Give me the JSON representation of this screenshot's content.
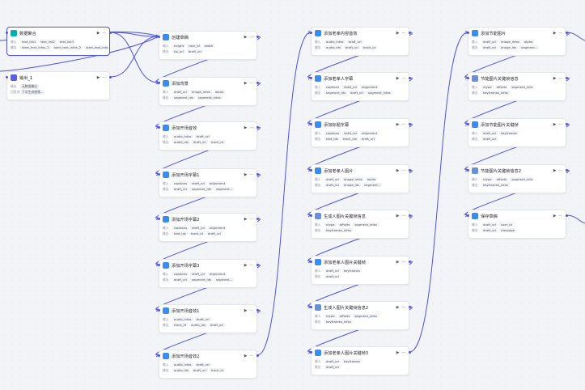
{
  "nodes": [
    {
      "title": "数据聚合",
      "icon": "code",
      "inputs": [
        "text_list1",
        "text_list2",
        "text_list3"
      ],
      "outputs": [
        "start_text_infos_1",
        "start_text_infos_2",
        "start_text_info"
      ]
    },
    {
      "title": "输出_1",
      "icon": "var",
      "inputs": [
        "无数据输出"
      ],
      "outputs": [
        "下次生成视频..."
      ],
      "in_label": "输出",
      "out_label": "回答内容"
    },
    {
      "title": "创建草稿",
      "icon": "plug",
      "inputs": [
        "height",
        "user_id",
        "width"
      ],
      "outputs": [
        "tip_url",
        "draft_url"
      ]
    },
    {
      "title": "添加背景",
      "icon": "plug",
      "inputs": [
        "draft_url",
        "image_infos",
        "alpha"
      ],
      "outputs": [
        "segment_ids",
        "segment_infos"
      ]
    },
    {
      "title": "添加开场音效",
      "icon": "plug",
      "inputs": [
        "audio_infos",
        "draft_url"
      ],
      "outputs": [
        "audio_ids",
        "draft_url",
        "track_id"
      ]
    },
    {
      "title": "添加开场字幕1",
      "icon": "plug",
      "inputs": [
        "captions",
        "draft_url",
        "alignment"
      ],
      "outputs": [
        "draft_url",
        "segment_ids",
        "segment..."
      ]
    },
    {
      "title": "添加开场字幕2",
      "icon": "plug",
      "inputs": [
        "captions",
        "draft_url",
        "alignment"
      ],
      "outputs": [
        "text_ids",
        "track_id",
        "draft_url"
      ]
    },
    {
      "title": "添加开场字幕3",
      "icon": "plug",
      "inputs": [
        "captions",
        "draft_url",
        "alignment"
      ],
      "outputs": [
        "draft_url",
        "segment_ids",
        "segment..."
      ]
    },
    {
      "title": "添加开场音效1",
      "icon": "plug",
      "inputs": [
        "audio_infos",
        "draft_url"
      ],
      "outputs": [
        "track_id",
        "audio_ids",
        "draft_url"
      ]
    },
    {
      "title": "添加开场音效2",
      "icon": "plug",
      "inputs": [
        "audio_infos",
        "draft_url"
      ],
      "outputs": [
        "audio_ids",
        "draft_url",
        "track_id"
      ]
    },
    {
      "title": "添加老孝内容音效",
      "icon": "plug",
      "inputs": [
        "audio_infos",
        "draft_url"
      ],
      "outputs": [
        "audio_ids",
        "draft_url",
        "track_id"
      ]
    },
    {
      "title": "添加老孝人字幕",
      "icon": "plug",
      "inputs": [
        "captions",
        "draft_url",
        "alignment"
      ],
      "outputs": [
        "segment_ids",
        "draft_url",
        "segment_infos"
      ]
    },
    {
      "title": "添加标题字幕",
      "icon": "plug",
      "inputs": [
        "captions",
        "draft_url",
        "alignment"
      ],
      "outputs": [
        "text_ids",
        "track_ids",
        "draft_url"
      ]
    },
    {
      "title": "添加老孝人图片",
      "icon": "plug",
      "inputs": [
        "draft_url",
        "image_infos",
        "alpha"
      ],
      "outputs": [
        "draft_url",
        "image_ids",
        "segment..."
      ]
    },
    {
      "title": "生成人图片关键帧信息",
      "icon": "img",
      "inputs": [
        "ctype",
        "offsets",
        "segment_infos"
      ],
      "outputs": [
        "keyframes_infos"
      ]
    },
    {
      "title": "添加老孝人图片关键帧",
      "icon": "plug",
      "inputs": [
        "draft_url",
        "keyframes"
      ],
      "outputs": [
        "draft_url"
      ]
    },
    {
      "title": "生成人图片关键帧信息2",
      "icon": "img",
      "inputs": [
        "ctype",
        "offsets",
        "segment_infos"
      ],
      "outputs": [
        "keyframes_infos"
      ]
    },
    {
      "title": "添加老孝人图片关键帧3",
      "icon": "plug",
      "inputs": [
        "draft_url",
        "keyframes"
      ],
      "outputs": [
        "draft_url"
      ]
    },
    {
      "title": "添加节能图片",
      "icon": "plug",
      "inputs": [
        "draft_url",
        "image_infos",
        "alpha"
      ],
      "outputs": [
        "draft_url",
        "image_ids",
        "segment..."
      ]
    },
    {
      "title": "节能图片关键帧信息",
      "icon": "img",
      "inputs": [
        "ctype",
        "offsets",
        "segment_info"
      ],
      "outputs": [
        "keyframes_infos"
      ]
    },
    {
      "title": "添加节能图片关键帧",
      "icon": "plug",
      "inputs": [
        "draft_url",
        "keyframes"
      ],
      "outputs": [
        "draft_url"
      ]
    },
    {
      "title": "节能图片关键帧信息2",
      "icon": "img",
      "inputs": [
        "ctype",
        "offsets",
        "segment_info"
      ],
      "outputs": [
        "keyframes_infos"
      ]
    },
    {
      "title": "保存草稿",
      "icon": "plug",
      "inputs": [
        "draft_url",
        "user_id"
      ],
      "outputs": [
        "draft_url",
        "message"
      ]
    }
  ],
  "labels": {
    "input": "输入",
    "output": "输出"
  },
  "actions": {
    "run": "▶",
    "more": "···"
  },
  "colors": {
    "accent": "#4d53e8",
    "edge": "#4d53e8"
  }
}
